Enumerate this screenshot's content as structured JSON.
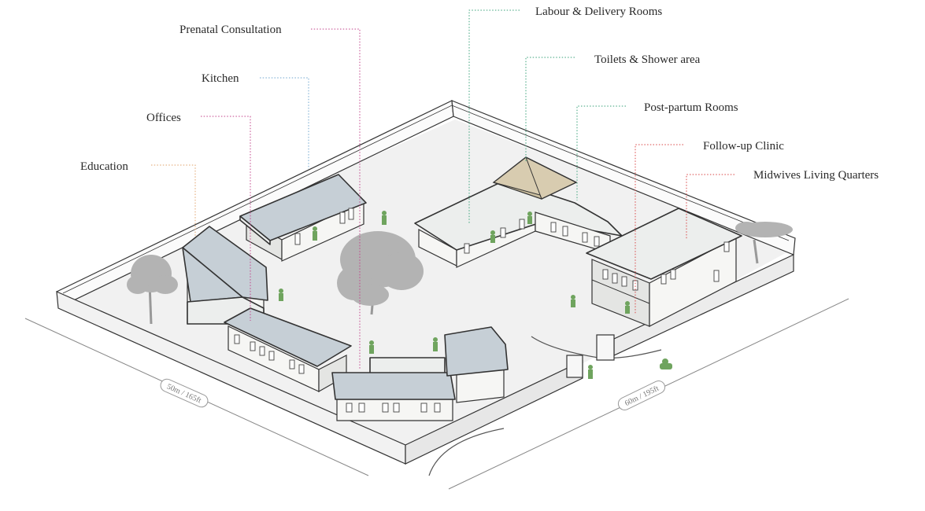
{
  "labels": {
    "prenatal": "Prenatal Consultation",
    "kitchen": "Kitchen",
    "offices": "Offices",
    "education": "Education",
    "labour": "Labour & Delivery Rooms",
    "toilets": "Toilets & Shower area",
    "postpartum": "Post-partum Rooms",
    "followup": "Follow-up Clinic",
    "midwives": "Midwives Living Quarters"
  },
  "dimensions": {
    "left": "50m / 165ft",
    "right": "60m / 195ft"
  },
  "colors": {
    "leader_magenta": "#c2418a",
    "leader_blue": "#6fa6cf",
    "leader_orange": "#e0a26a",
    "leader_green": "#3aa27a",
    "leader_red": "#d94545",
    "people": "#6fa45e",
    "roof": "#c6cfd6",
    "pavilion_roof": "#d8ccb0"
  }
}
